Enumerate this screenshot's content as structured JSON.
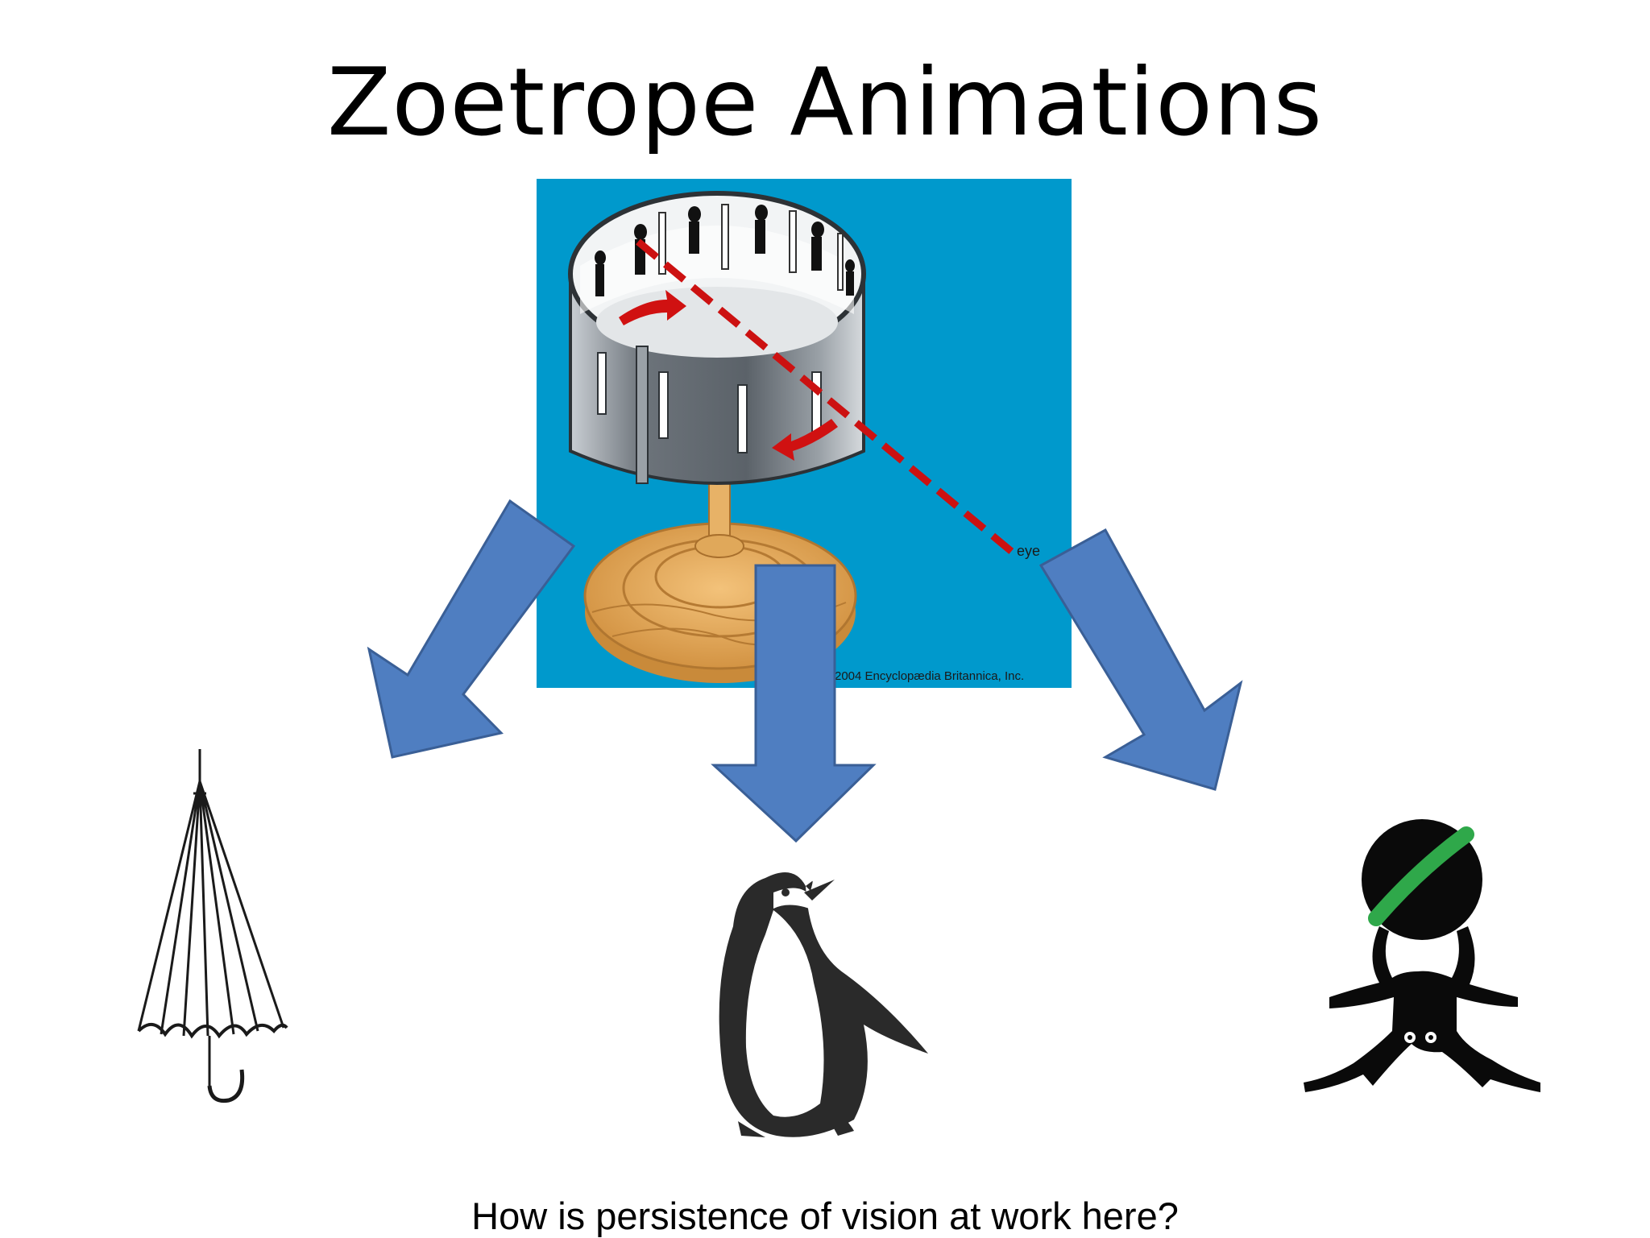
{
  "slide": {
    "title": "Zoetrope Animations",
    "caption": "How is persistence of vision at work here?"
  },
  "zoetrope_image": {
    "eye_label": "eye",
    "copyright": "2004 Encyclopædia Britannica, Inc."
  },
  "colors": {
    "image_background": "#0099cc",
    "arrow_fill": "#4f7ec1",
    "arrow_stroke": "#3a5f96",
    "sight_line": "#cc1111",
    "drum": "#8a9096",
    "base_wood": "#e4aa5c",
    "ball_stripe": "#2fa84a"
  },
  "figures": {
    "left": "umbrella-icon",
    "center": "penguin-icon",
    "right": "frog-with-ball-icon"
  }
}
